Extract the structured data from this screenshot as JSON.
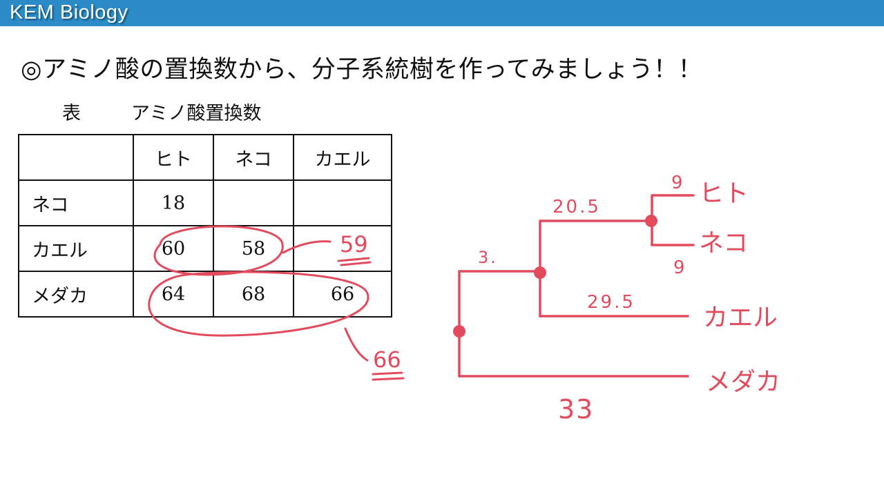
{
  "header": {
    "title": "KEM Biology"
  },
  "headline": "◎アミノ酸の置換数から、分子系統樹を作ってみましょう！！",
  "table": {
    "caption_label": "表",
    "caption_title": "アミノ酸置換数",
    "columns": [
      "",
      "ヒト",
      "ネコ",
      "カエル"
    ],
    "rows": [
      {
        "label": "ネコ",
        "values": [
          "18",
          "",
          ""
        ]
      },
      {
        "label": "カエル",
        "values": [
          "60",
          "58",
          ""
        ]
      },
      {
        "label": "メダカ",
        "values": [
          "64",
          "68",
          "66"
        ]
      }
    ]
  },
  "annotations": {
    "avg_frog": "59",
    "avg_medaka": "66"
  },
  "tree": {
    "leaves": {
      "human": "ヒト",
      "cat": "ネコ",
      "frog": "カエル",
      "medaka": "メダカ"
    },
    "branch_labels": {
      "human": "9",
      "cat": "9",
      "human_cat_stem": "20.5",
      "mammal_frog_stem": "3.",
      "frog": "29.5",
      "medaka": "33"
    }
  },
  "colors": {
    "header": "#2a8bc7",
    "ink": "#e24a5e",
    "text": "#111111"
  }
}
